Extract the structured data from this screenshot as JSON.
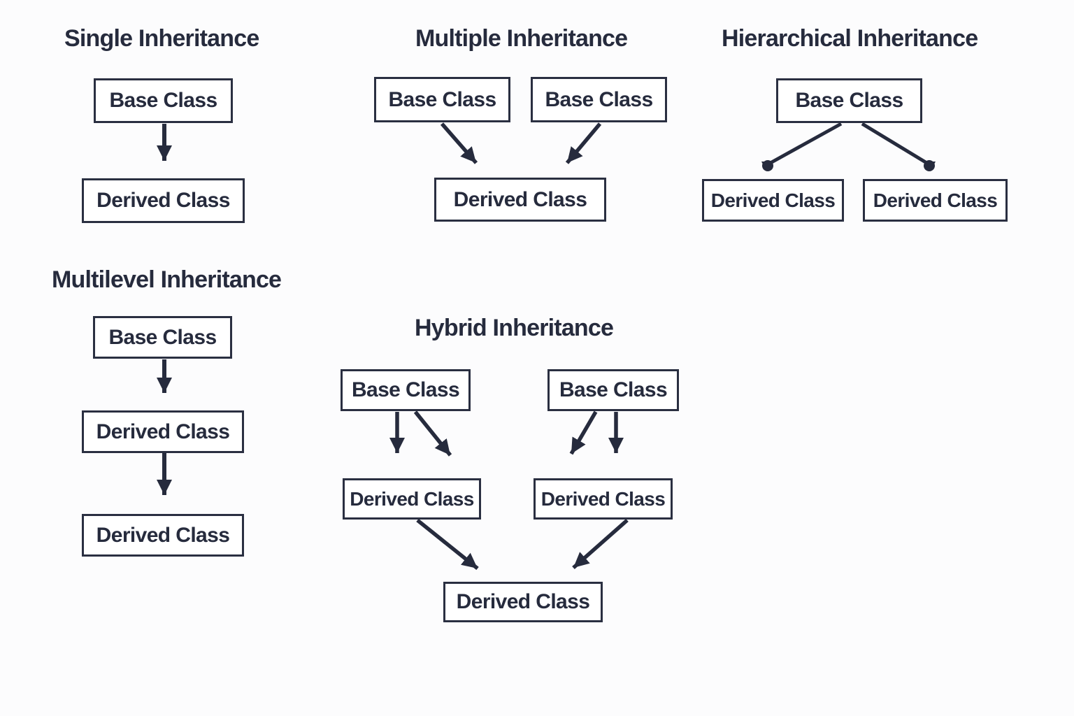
{
  "diagram": {
    "background": "#fcfcfd",
    "ink_color": "#262b3d",
    "sections": {
      "single": {
        "title": "Single Inheritance",
        "base": "Base Class",
        "derived": "Derived Class"
      },
      "multiple": {
        "title": "Multiple Inheritance",
        "base_left": "Base Class",
        "base_right": "Base Class",
        "derived": "Derived Class"
      },
      "hierarchical": {
        "title": "Hierarchical Inheritance",
        "base": "Base Class",
        "derived_left": "Derived Class",
        "derived_right": "Derived Class"
      },
      "multilevel": {
        "title": "Multilevel Inheritance",
        "base": "Base Class",
        "derived_mid": "Derived Class",
        "derived_bottom": "Derived Class"
      },
      "hybrid": {
        "title": "Hybrid Inheritance",
        "base_left": "Base Class",
        "base_right": "Base Class",
        "derived_left": "Derived Class",
        "derived_right": "Derived Class",
        "derived_bottom": "Derived Class"
      }
    }
  }
}
